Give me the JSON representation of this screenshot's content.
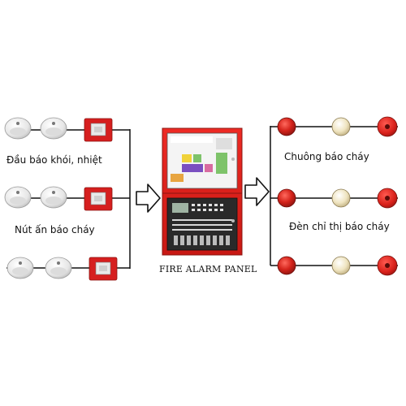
{
  "labels": {
    "inputs_smoke_heat": "Đầu báo khói, nhiệt",
    "inputs_manual_call": "Nút ấn báo cháy",
    "panel": "FIRE ALARM PANEL",
    "outputs_bell": "Chuông báo cháy",
    "outputs_strobe": "Đèn chỉ thị báo cháy"
  },
  "colors": {
    "panel_red": "#e0201b",
    "device_red": "#d61f1f",
    "line": "#111111",
    "detector_white": "#f2f2f2",
    "lamp_cream": "#f3ecd0"
  },
  "icons": {
    "smoke_detector": "smoke-detector-icon",
    "heat_detector": "heat-detector-icon",
    "manual_call_point": "manual-call-point-icon",
    "alarm_bell": "alarm-bell-icon",
    "strobe_light": "strobe-light-icon",
    "fire_alarm_panel": "fire-alarm-panel-icon",
    "arrow": "arrow-right-icon"
  }
}
